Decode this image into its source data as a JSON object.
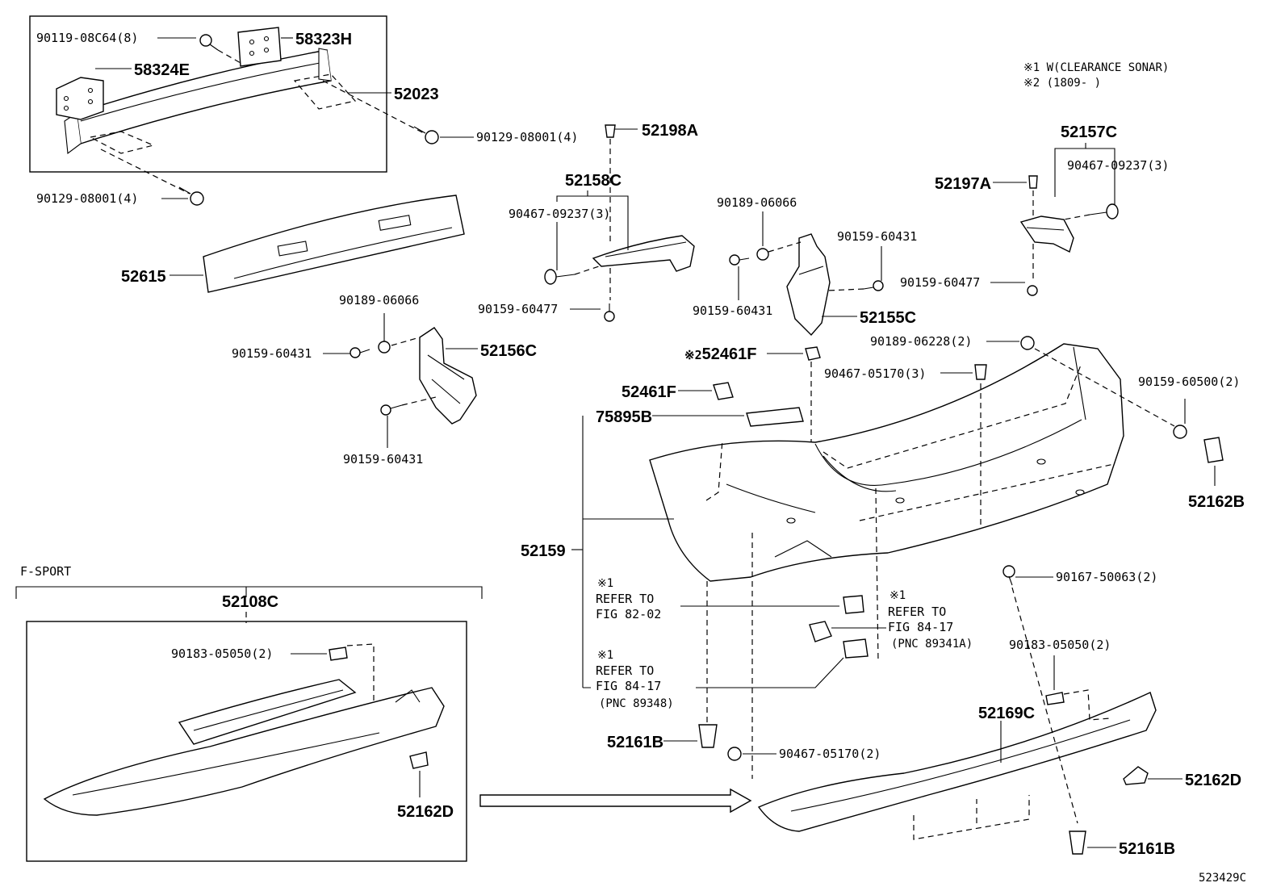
{
  "notes": {
    "note1": "※1 W(CLEARANCE SONAR)",
    "note2": "※2 (1809-      )"
  },
  "figure_code": "523429C",
  "section_fsport": "F-SPORT",
  "parts": {
    "p90119": "90119-08C64(8)",
    "p58323H": "58323H",
    "p58324E": "58324E",
    "p52023": "52023",
    "p90129a": "90129-08001(4)",
    "p90129b": "90129-08001(4)",
    "p52615": "52615",
    "p52198A": "52198A",
    "p52158C": "52158C",
    "p90467_09237a": "90467-09237(3)",
    "p90159_60477a": "90159-60477",
    "p90189_06066a": "90189-06066",
    "p90159_60431a": "90159-60431",
    "p52156C": "52156C",
    "p90159_60431b": "90159-60431",
    "p90189_06066b": "90189-06066",
    "p90159_60431c": "90159-60431",
    "p90159_60431d": "90159-60431",
    "p52155C": "52155C",
    "p52157C": "52157C",
    "p52197A": "52197A",
    "p90467_09237b": "90467-09237(3)",
    "p90159_60477b": "90159-60477",
    "p52461F_a": "52461F",
    "p52461F_b": "52461F",
    "p52461F_mark": "※2",
    "p90189_06228": "90189-06228(2)",
    "p90467_05170a": "90467-05170(3)",
    "p90159_60500": "90159-60500(2)",
    "p75895B": "75895B",
    "p52162B": "52162B",
    "p52159": "52159",
    "p52108C": "52108C",
    "p90183_05050a": "90183-05050(2)",
    "p52162D_a": "52162D",
    "p90167_50063": "90167-50063(2)",
    "p90183_05050b": "90183-05050(2)",
    "p52169C": "52169C",
    "p52162D_b": "52162D",
    "p52161B_a": "52161B",
    "p90467_05170b": "90467-05170(2)",
    "p52161B_b": "52161B"
  },
  "refs": {
    "r1_mark": "※1",
    "r1_line1": "REFER TO",
    "r1_line2": "FIG 82-02",
    "r2_mark": "※1",
    "r2_line1": "REFER TO",
    "r2_line2": "FIG 84-17",
    "r2_line3": "(PNC 89348)",
    "r3_mark": "※1",
    "r3_line1": "REFER TO",
    "r3_line2": "FIG 84-17",
    "r3_line3": "(PNC 89341A)"
  }
}
